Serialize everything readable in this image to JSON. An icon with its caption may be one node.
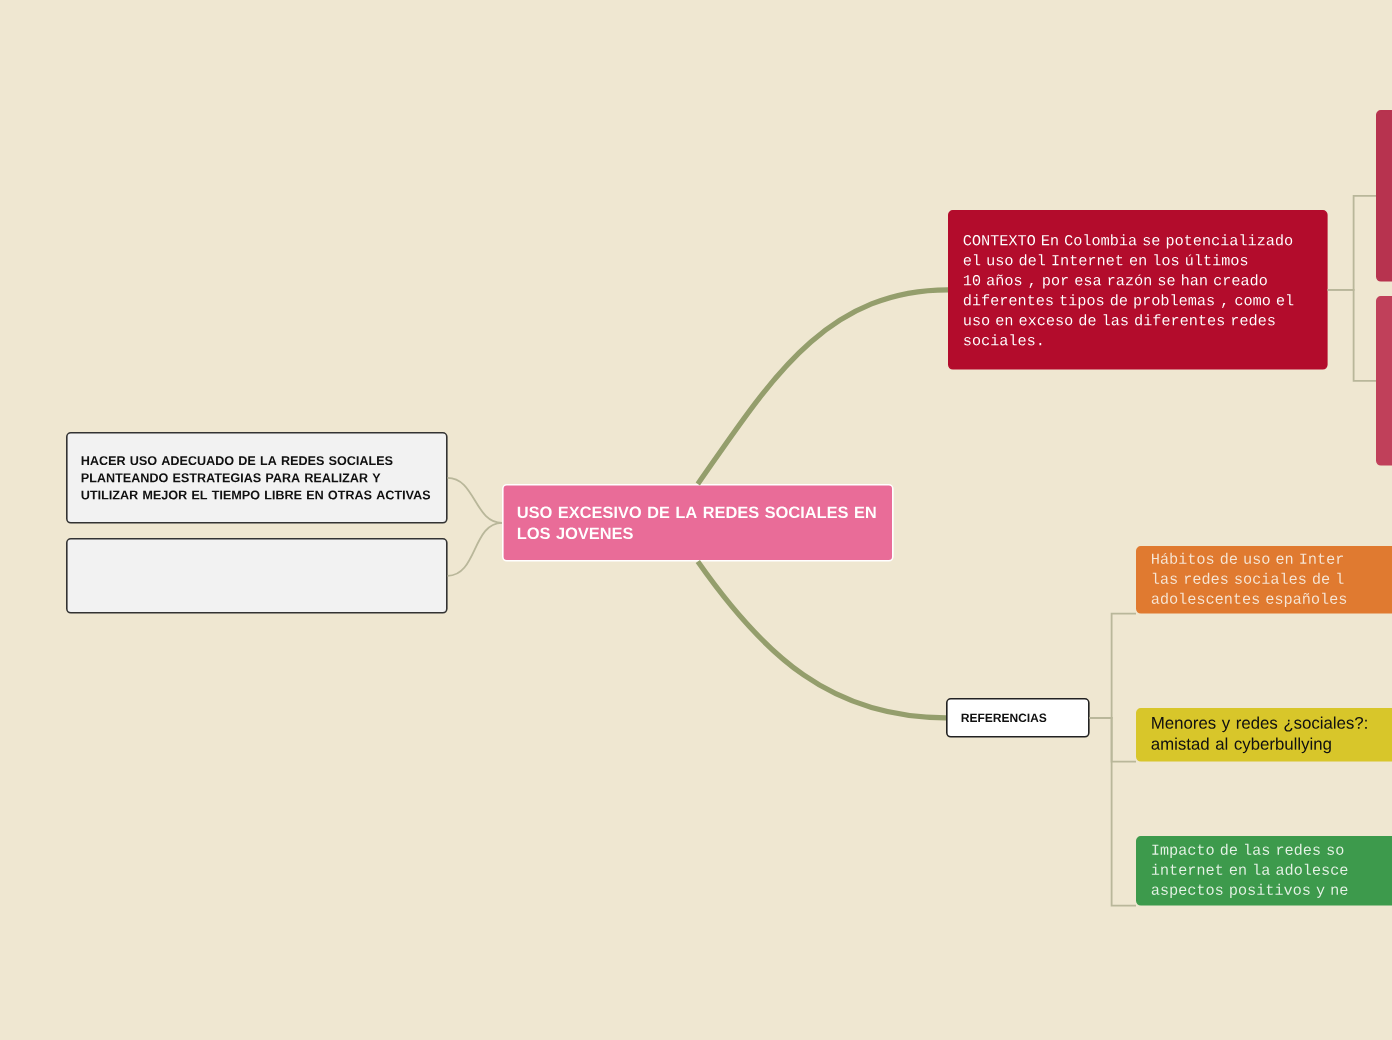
{
  "diagram": {
    "nodes": [
      {
        "text": [
          "USO EXCESIVO DE LA REDES SOCIALES  EN LOS JOVENES"
        ]
      },
      {
        "text": [
          "HACER USO ADECUADO DE LA REDES SOCIALES PLANTEANDO ESTRATEGIAS PARA REALIZAR Y UTILIZAR MEJOR EL TIEMPO LIBRE EN OTRAS ACTIVAS"
        ]
      },
      {
        "text": [],
        "shape": "box"
      },
      {
        "text": [
          "CONTEXTO En Colombia se potencializado el uso del Internet en los últimos 10 años , por esa razón se han creado diferentes tipos de problemas , como el uso en exceso de las diferentes redes sociales."
        ]
      },
      {
        "text": [],
        "shape": "box"
      },
      {
        "text": [],
        "shape": "box"
      },
      {
        "text": [
          "REFERENCIAS"
        ]
      },
      {
        "text": [
          "Hábitos de uso en Inter las redes sociales de l adolescentes españoles"
        ]
      },
      {
        "text": [
          "Menores y redes ¿sociales?: amistad al cyberbullying"
        ]
      },
      {
        "text": [
          "Impacto de las redes so internet en la adolesce aspectos positivos y ne"
        ]
      }
    ],
    "edges": [
      {
        "from": 0,
        "to": 1,
        "arrow": "none"
      },
      {
        "from": 0,
        "to": 2,
        "arrow": "none"
      },
      {
        "from": 0,
        "to": 3,
        "arrow": "none",
        "style": "thick"
      },
      {
        "from": 0,
        "to": 6,
        "arrow": "none",
        "style": "thick"
      },
      {
        "from": 3,
        "to": 4,
        "arrow": "none"
      },
      {
        "from": 3,
        "to": 5,
        "arrow": "none"
      },
      {
        "from": 6,
        "to": 7,
        "arrow": "none"
      },
      {
        "from": 6,
        "to": 8,
        "arrow": "none"
      },
      {
        "from": 6,
        "to": 9,
        "arrow": "none"
      }
    ]
  }
}
